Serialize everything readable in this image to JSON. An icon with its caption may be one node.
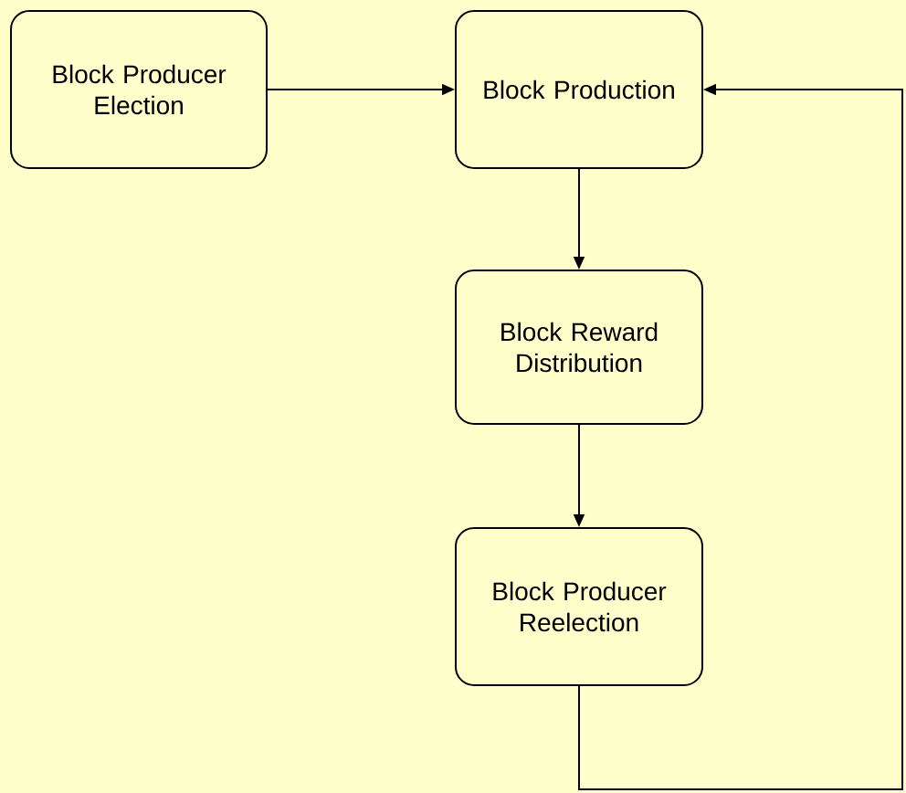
{
  "diagram": {
    "nodes": [
      {
        "text": [
          "Block Producer Election"
        ]
      },
      {
        "text": [
          "Block Production"
        ]
      },
      {
        "text": [
          "Block Reward Distribution"
        ]
      },
      {
        "text": [
          "Block Producer Reelection"
        ]
      }
    ],
    "edges": [
      {
        "from": 0,
        "to": 1,
        "arrow": "to"
      },
      {
        "from": 1,
        "to": 2,
        "arrow": "to"
      },
      {
        "from": 2,
        "to": 3,
        "arrow": "to"
      },
      {
        "from": 3,
        "to": 1,
        "arrow": "to"
      }
    ]
  }
}
